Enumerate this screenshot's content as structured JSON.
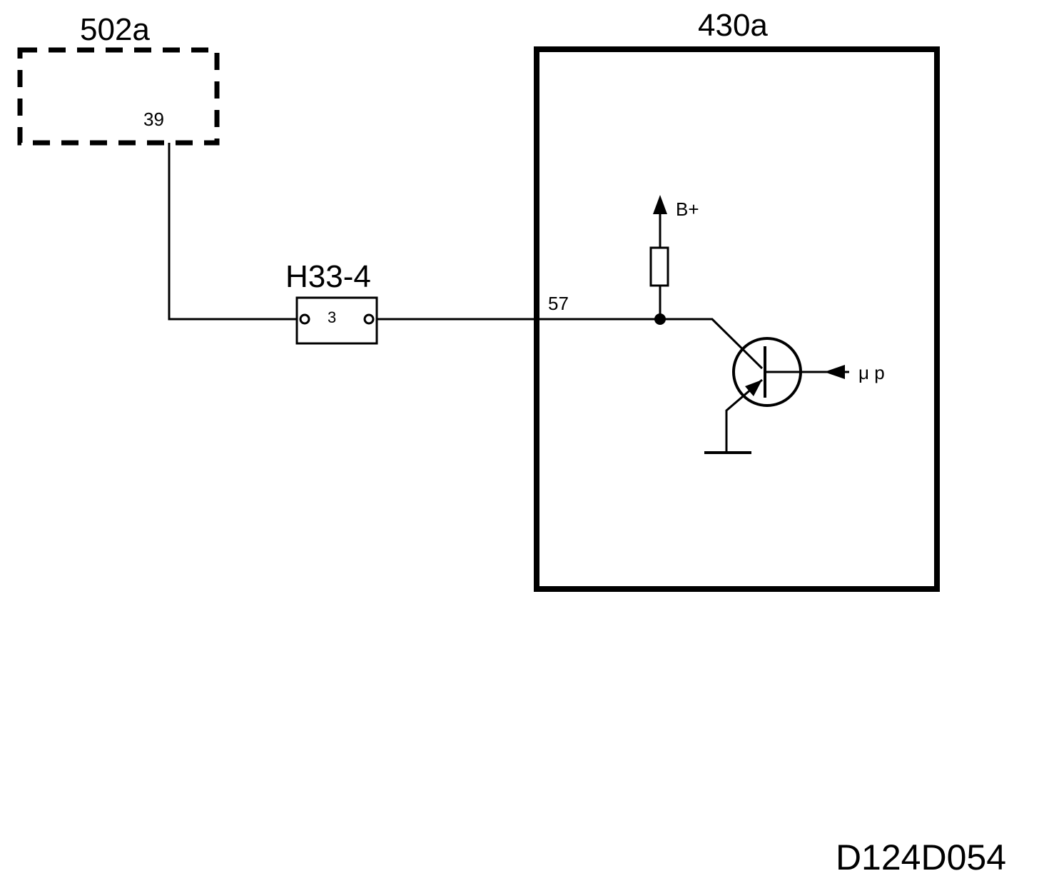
{
  "components": {
    "module_502a": {
      "label": "502a",
      "pin": "39"
    },
    "module_430a": {
      "label": "430a",
      "pin": "57"
    },
    "connector": {
      "label": "H33-4",
      "pin": "3"
    }
  },
  "signals": {
    "supply": "B+",
    "micro": "μ p"
  },
  "drawing_code": "D124D054"
}
